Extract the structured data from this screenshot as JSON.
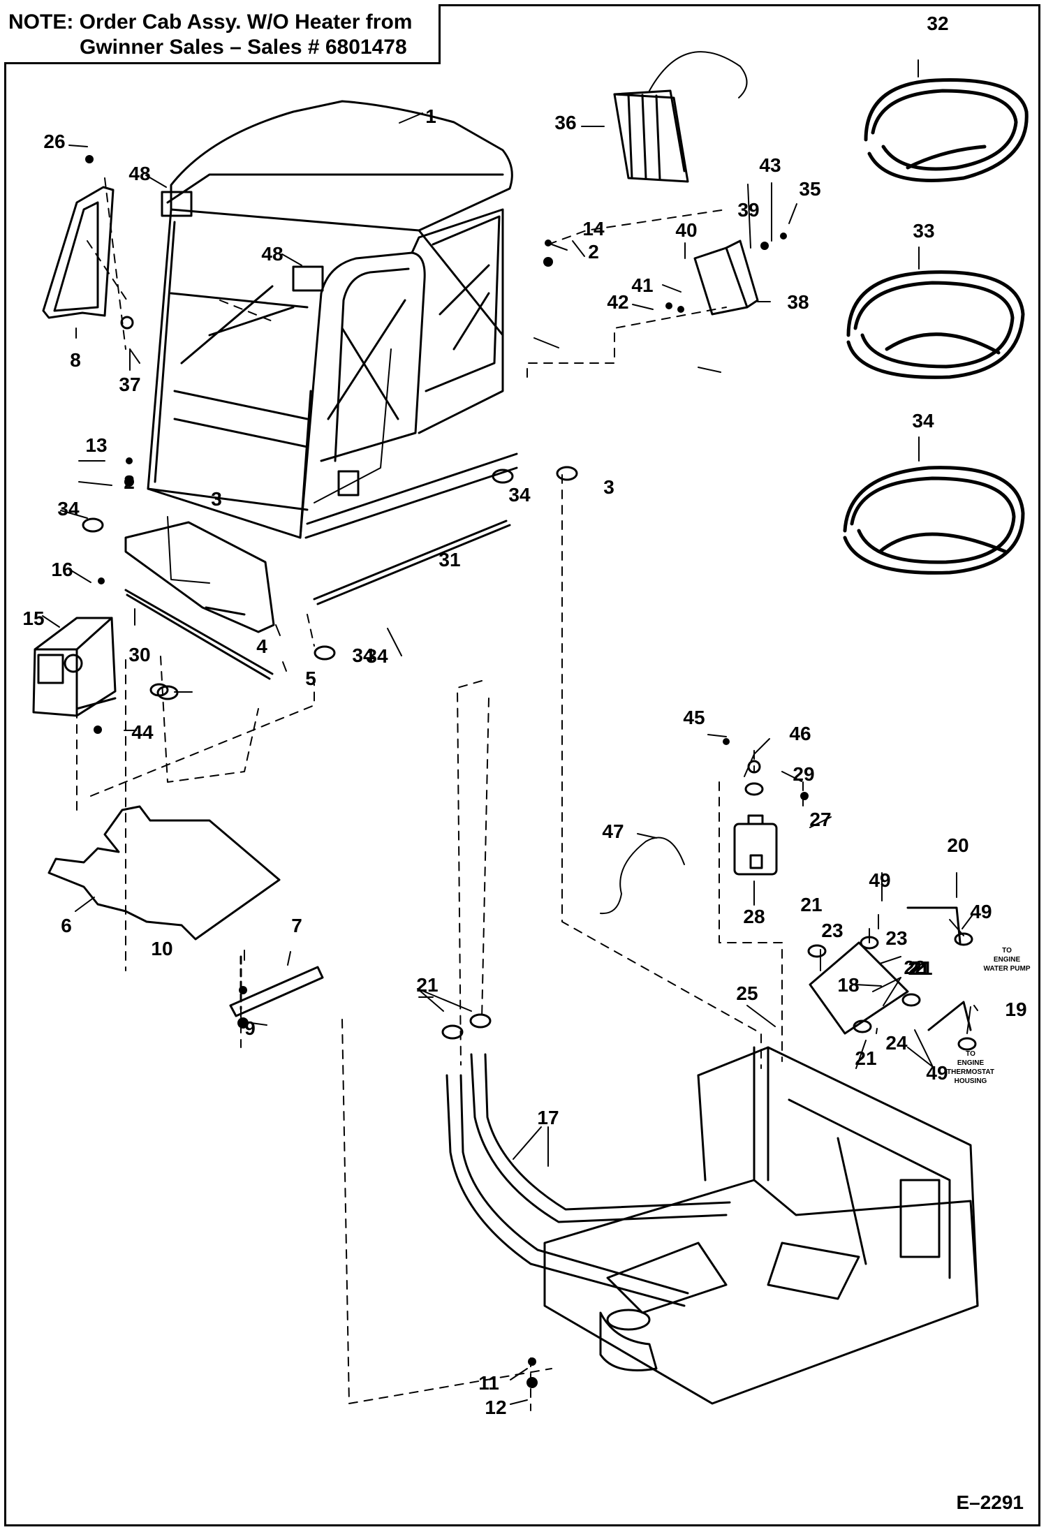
{
  "note": {
    "line1": "NOTE: Order Cab Assy. W/O Heater from",
    "line2": "Gwinner Sales – Sales # 6801478"
  },
  "drawing_code": "E–2291",
  "callouts": [
    "1",
    "2",
    "2",
    "3",
    "3",
    "4",
    "5",
    "6",
    "7",
    "8",
    "9",
    "10",
    "11",
    "12",
    "13",
    "14",
    "15",
    "16",
    "17",
    "18",
    "19",
    "20",
    "21",
    "21",
    "21",
    "21",
    "21",
    "22",
    "23",
    "23",
    "24",
    "25",
    "26",
    "27",
    "28",
    "29",
    "30",
    "31",
    "32",
    "33",
    "34",
    "34",
    "34",
    "34",
    "34",
    "35",
    "36",
    "37",
    "38",
    "39",
    "40",
    "41",
    "42",
    "43",
    "44",
    "45",
    "46",
    "47",
    "48",
    "48",
    "49",
    "49",
    "49"
  ],
  "connection_notes": {
    "engine_water_pump": [
      "TO",
      "ENGINE",
      "WATER PUMP"
    ],
    "engine_thermostat": [
      "TO",
      "ENGINE",
      "THERMOSTAT",
      "HOUSING"
    ]
  }
}
